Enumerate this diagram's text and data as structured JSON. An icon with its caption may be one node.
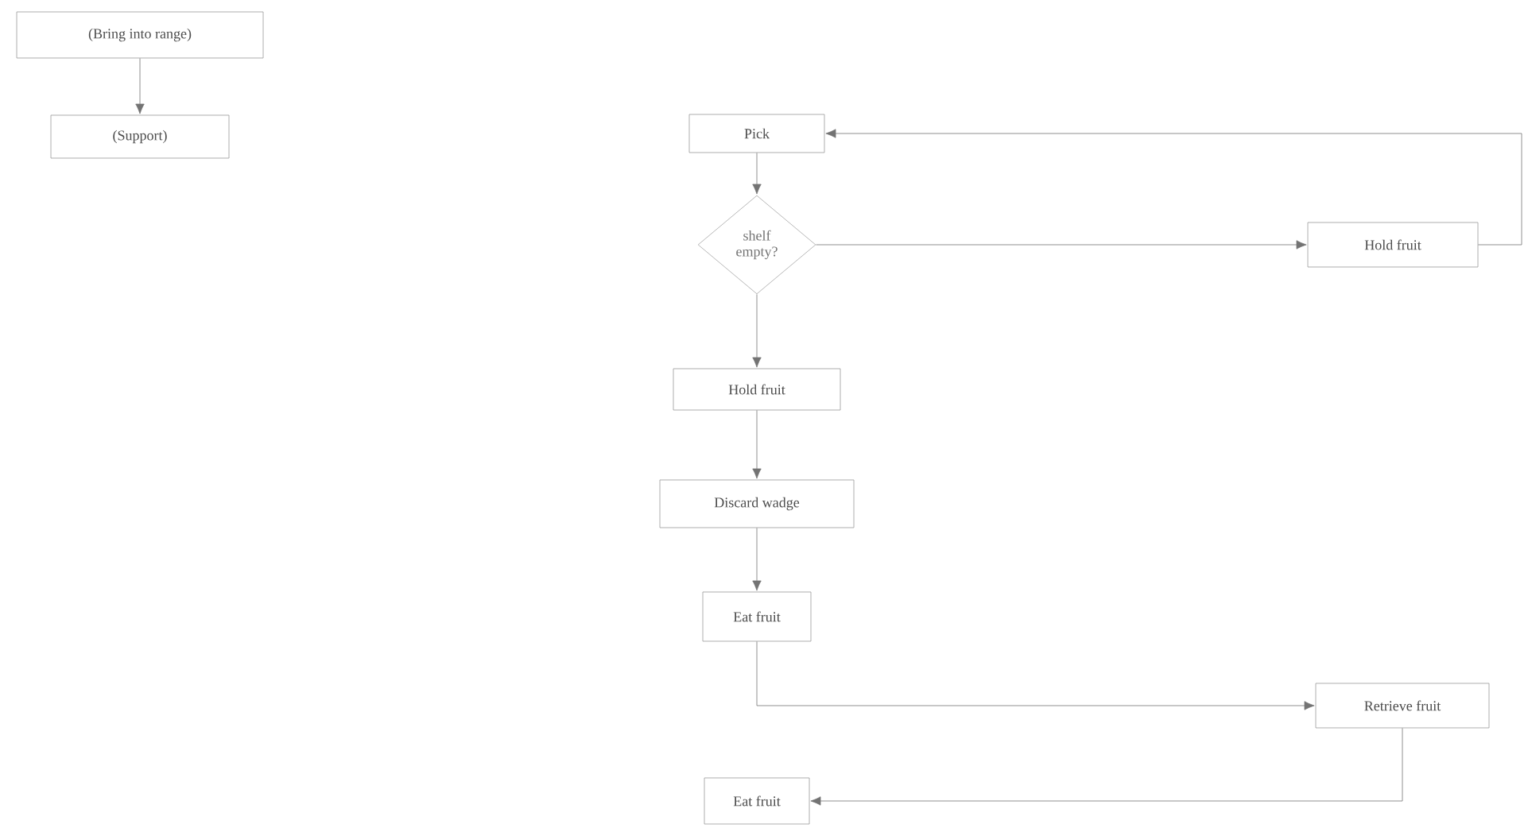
{
  "diagram": {
    "nodes": [
      {
        "text": [
          "(Bring into range)"
        ]
      },
      {
        "text": [
          "(Support)"
        ]
      },
      {
        "text": [
          "Pick"
        ]
      },
      {
        "text": [
          "shelf empty?"
        ]
      },
      {
        "text": [
          "Hold fruit"
        ]
      },
      {
        "text": [
          "Hold fruit"
        ]
      },
      {
        "text": [
          "Discard wadge"
        ]
      },
      {
        "text": [
          "Eat fruit"
        ]
      },
      {
        "text": [
          "Retrieve fruit"
        ]
      },
      {
        "text": [
          "Eat fruit"
        ]
      }
    ],
    "edges": [
      {
        "from": 0,
        "to": 1,
        "arrow": "to"
      },
      {
        "from": 2,
        "to": 3,
        "arrow": "to"
      },
      {
        "from": 3,
        "to": 4,
        "arrow": "to"
      },
      {
        "from": 4,
        "to": 2,
        "arrow": "to"
      },
      {
        "from": 3,
        "to": 5,
        "arrow": "to"
      },
      {
        "from": 5,
        "to": 6,
        "arrow": "to"
      },
      {
        "from": 6,
        "to": 7,
        "arrow": "to"
      },
      {
        "from": 7,
        "to": 8,
        "arrow": "to"
      },
      {
        "from": 8,
        "to": 9,
        "arrow": "to"
      }
    ]
  }
}
